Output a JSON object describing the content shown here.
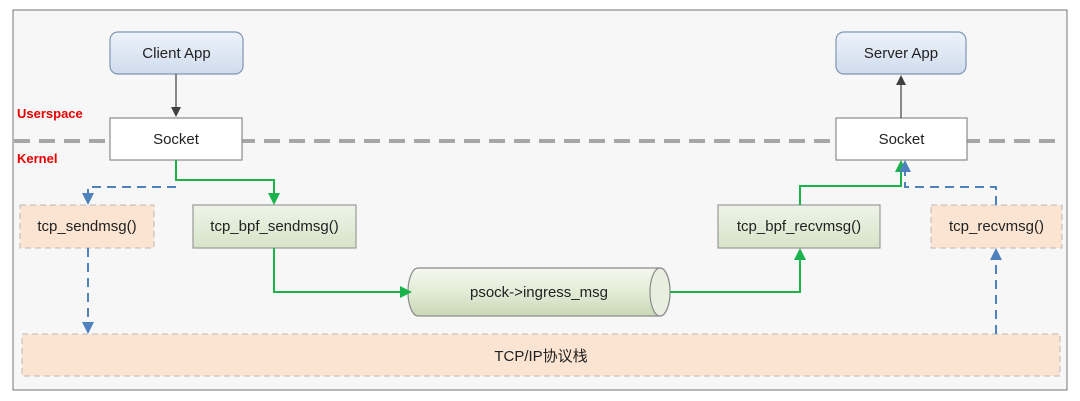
{
  "zones": {
    "userspace": "Userspace",
    "kernel": "Kernel"
  },
  "nodes": {
    "client_app": "Client App",
    "server_app": "Server App",
    "client_socket": "Socket",
    "server_socket": "Socket",
    "tcp_sendmsg": "tcp_sendmsg()",
    "tcp_bpf_sendmsg": "tcp_bpf_sendmsg()",
    "psock_ingress": "psock->ingress_msg",
    "tcp_bpf_recvmsg": "tcp_bpf_recvmsg()",
    "tcp_recvmsg": "tcp_recvmsg()",
    "tcp_ip_stack": "TCP/IP协议栈"
  },
  "colors": {
    "app_fill": "#dbe6f4",
    "app_stroke": "#7f95b3",
    "green_box_fill": "#e2ecd9",
    "orange_box_fill": "#fbe4d2",
    "green_arrow": "#19b24b",
    "blue_dashed_arrow": "#4f82bd",
    "divider": "#a6a6a6",
    "zone_label": "#e60000"
  }
}
